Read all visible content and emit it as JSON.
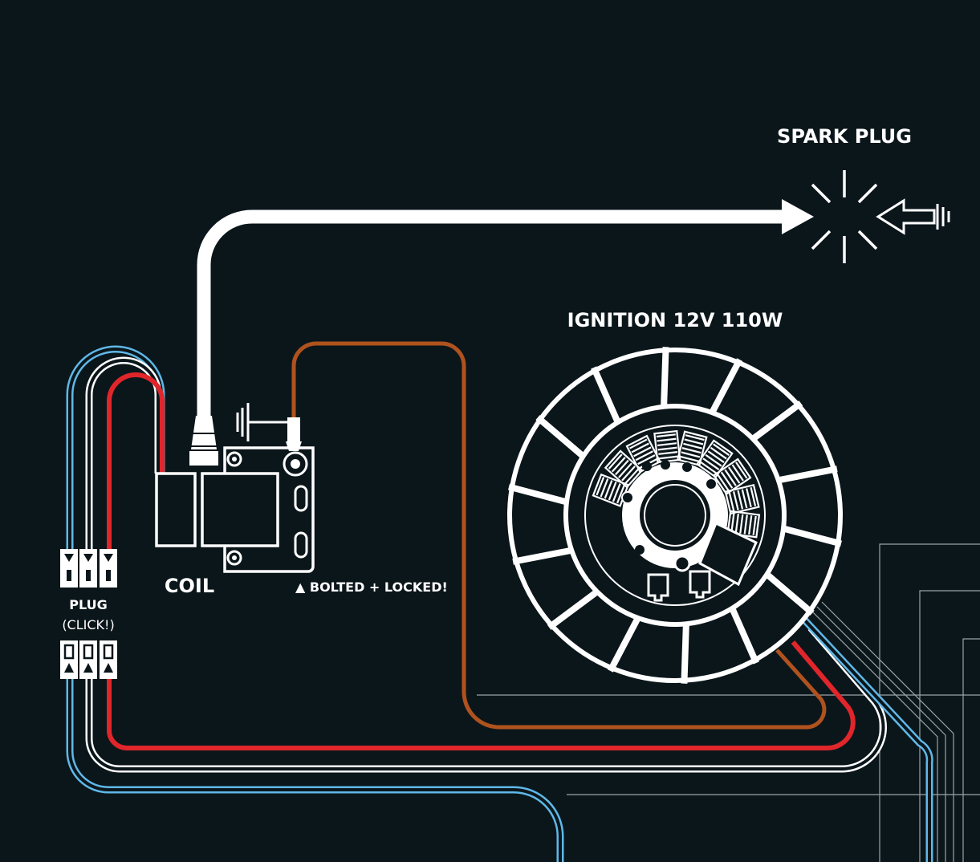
{
  "labels": {
    "spark_plug": "SPARK PLUG",
    "ignition": "IGNITION 12V 110W",
    "coil": "COIL",
    "bolted": "▲ BOLTED + LOCKED!",
    "plug": "PLUG",
    "click": "(CLICK!)"
  },
  "colors": {
    "background": "#0b161b",
    "white_wire": "#ffffff",
    "blue_wire": "#5fb8e8",
    "red_wire": "#e0262b",
    "brown_wire": "#b0521e",
    "grey_line": "#9aa4a8"
  },
  "icons": [
    "spark-icon",
    "ground-icon",
    "arrow-icon",
    "stator-icon",
    "coil-icon",
    "connector-icon"
  ]
}
